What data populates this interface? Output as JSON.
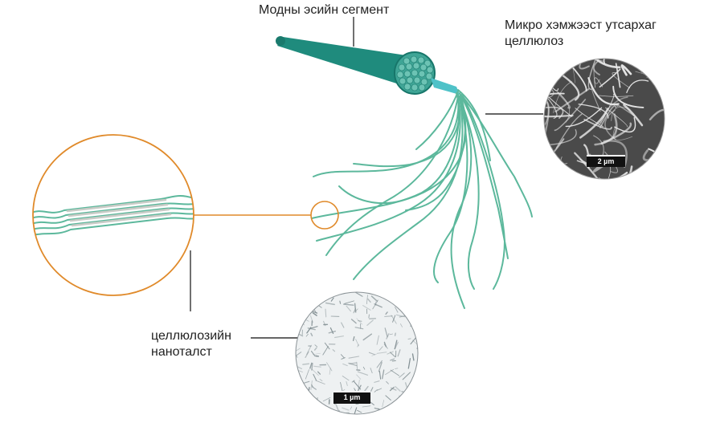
{
  "labels": {
    "wood_segment": "Модны эсийн сегмент",
    "micro_cellulose": [
      "Микро хэмжээст утсархаг",
      "целлюлоз"
    ],
    "nano_cellulose": [
      "целлюлозийн",
      "наноталст"
    ]
  },
  "scale_bars": {
    "micro": "2 µm",
    "nano": "1 µm"
  },
  "colors": {
    "fiber": "#5cb89c",
    "fiber_dark": "#1e8c7c",
    "cylinder": "#1f8b7d",
    "cylinder_end": "#49b3a4",
    "accent_orange": "#e08a2a",
    "leader": "#333333",
    "crystal": "#c9ccc7"
  }
}
